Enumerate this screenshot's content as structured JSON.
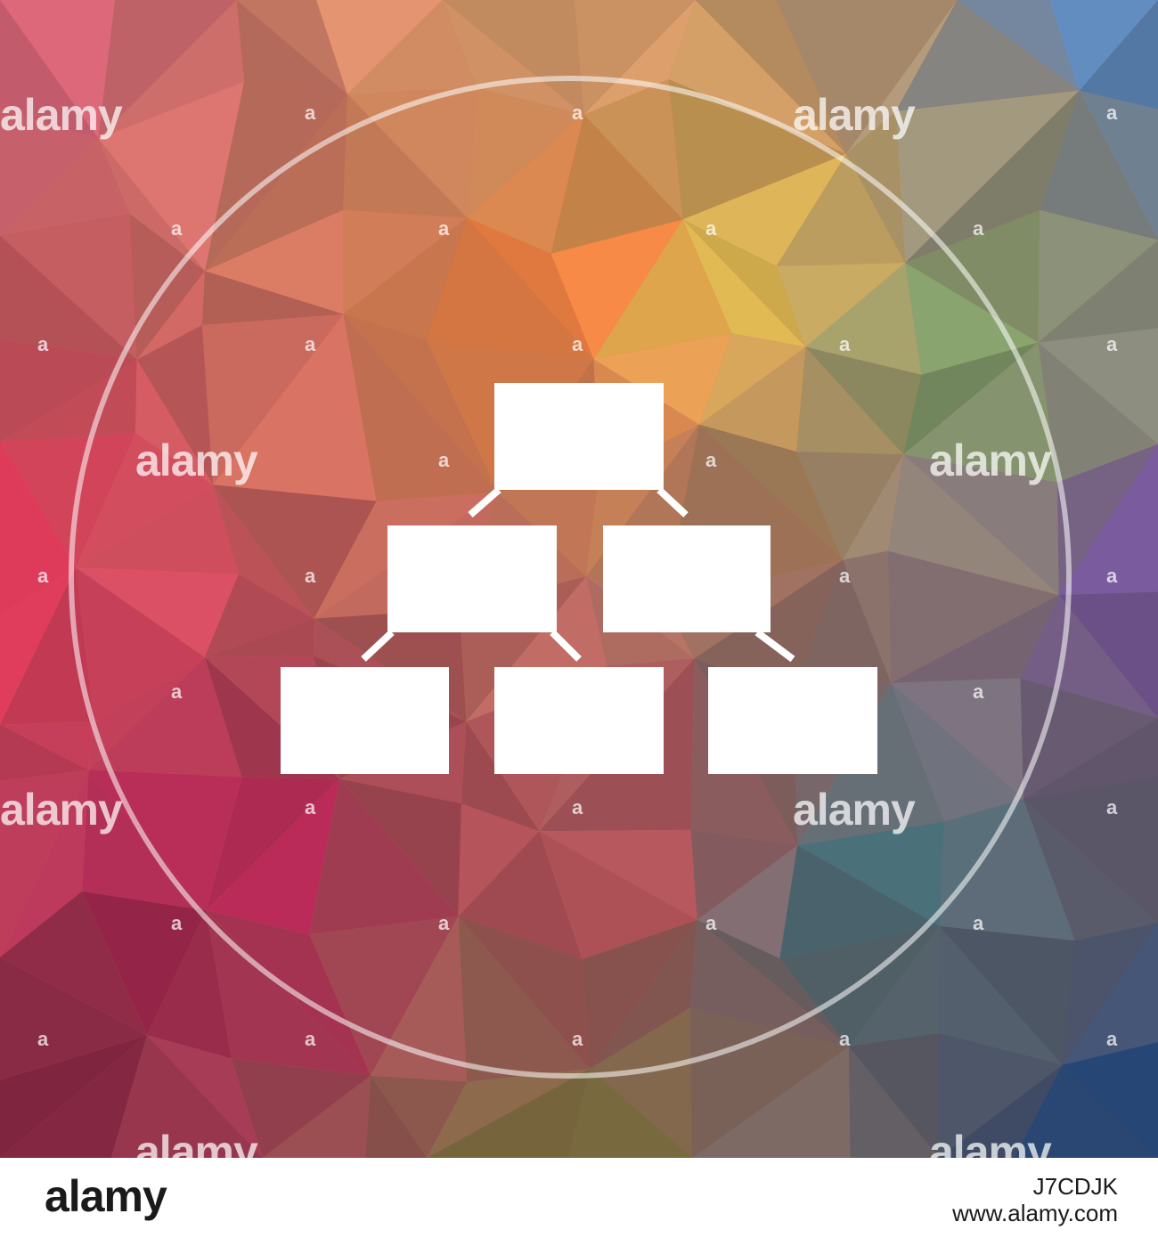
{
  "image": {
    "icon": "hierarchy-structure-icon",
    "description_colors": {
      "icon_fill": "#ffffff",
      "ring_stroke": "#ffffff"
    }
  },
  "watermark": {
    "word": "alamy",
    "letter": "a"
  },
  "footer": {
    "logo": "alamy",
    "image_id": "J7CDJK",
    "url": "www.alamy.com"
  }
}
